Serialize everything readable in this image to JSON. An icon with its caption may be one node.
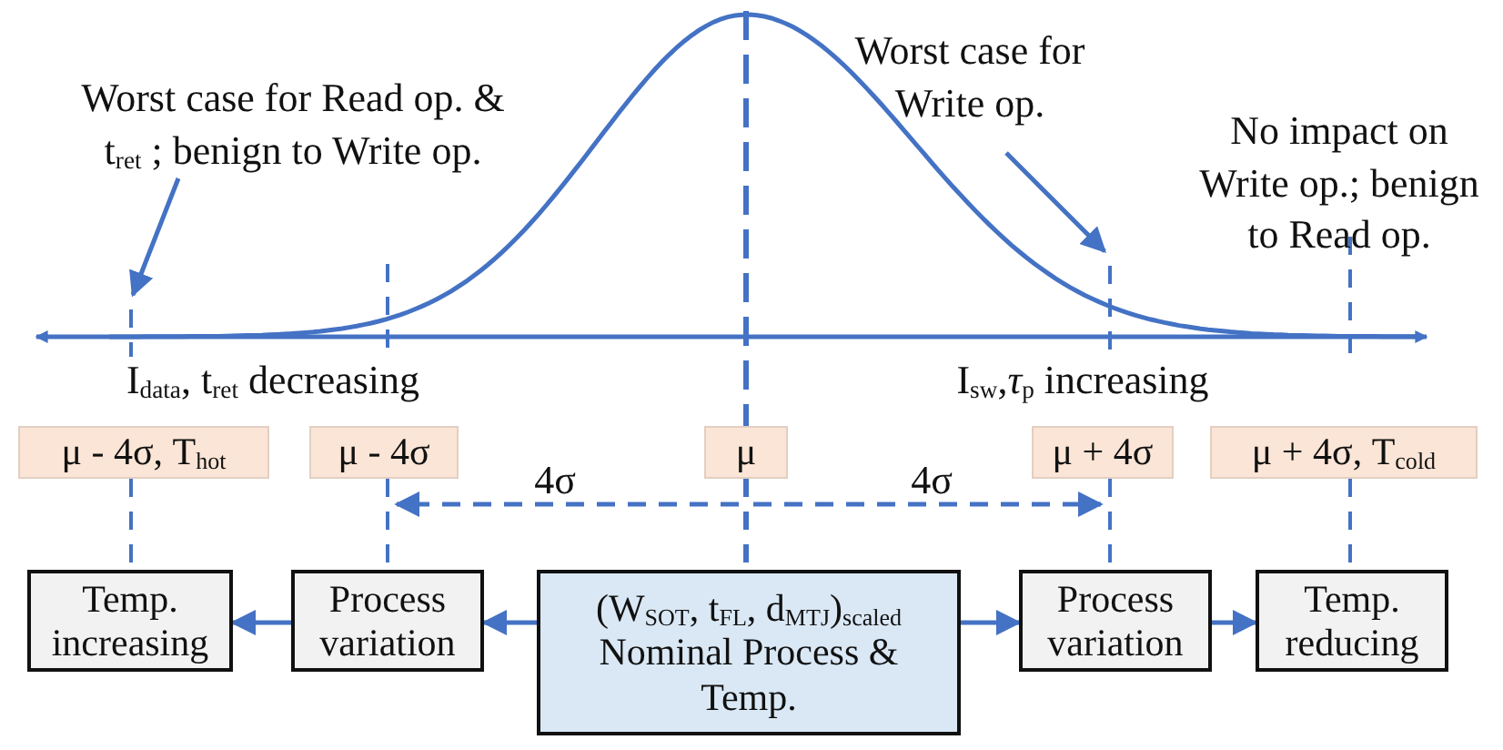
{
  "diagram": {
    "nodes": [
      {
        "text": [
          "Worst case for Read op. & t$_{ret}$ ; benign to Write op."
        ]
      },
      {
        "text": [
          "Worst case for Write op."
        ]
      },
      {
        "text": [
          "μ - 4σ, T$_{hot}$"
        ]
      },
      {
        "text": [
          "μ - 4σ"
        ]
      },
      {
        "text": [
          "μ"
        ]
      },
      {
        "text": [
          "μ + 4σ"
        ]
      },
      {
        "text": [
          "μ + 4σ, T$_{cold}$"
        ]
      },
      {
        "text": [
          "Temp. increasing"
        ]
      },
      {
        "text": [
          "Process variation"
        ]
      },
      {
        "text": [
          "(W$_{SOT}$, t$_{FL}$, d$_{MTJ}$)$_{scaled}$",
          "Nominal Process & Temp."
        ]
      },
      {
        "text": [
          "Process variation"
        ]
      },
      {
        "text": [
          "Temp. reducing"
        ]
      }
    ],
    "edges": [
      {
        "from": 9,
        "to": 8,
        "arrow": "to"
      },
      {
        "from": 8,
        "to": 7,
        "arrow": "to"
      },
      {
        "from": 9,
        "to": 10,
        "arrow": "to"
      },
      {
        "from": 10,
        "to": 11,
        "arrow": "to"
      },
      {
        "from": 0,
        "to": null,
        "arrow": "to"
      },
      {
        "from": 1,
        "to": null,
        "arrow": "to"
      },
      {
        "from": 2,
        "to": 7,
        "arrow": "none",
        "style": "dashed"
      },
      {
        "from": 3,
        "to": 8,
        "arrow": "none",
        "style": "dashed"
      },
      {
        "from": 4,
        "to": 9,
        "arrow": "none",
        "style": "dashed"
      },
      {
        "from": 5,
        "to": 10,
        "arrow": "none",
        "style": "dashed"
      },
      {
        "from": 6,
        "to": 11,
        "arrow": "none",
        "style": "dashed"
      }
    ],
    "labels": [
      "No impact on Write op.; benign to Read op.",
      "I$_{data}$, t$_{ret}$ decreasing",
      "I$_{sw}$,*τ*$_{p}$ increasing",
      "4σ",
      "4σ"
    ]
  }
}
